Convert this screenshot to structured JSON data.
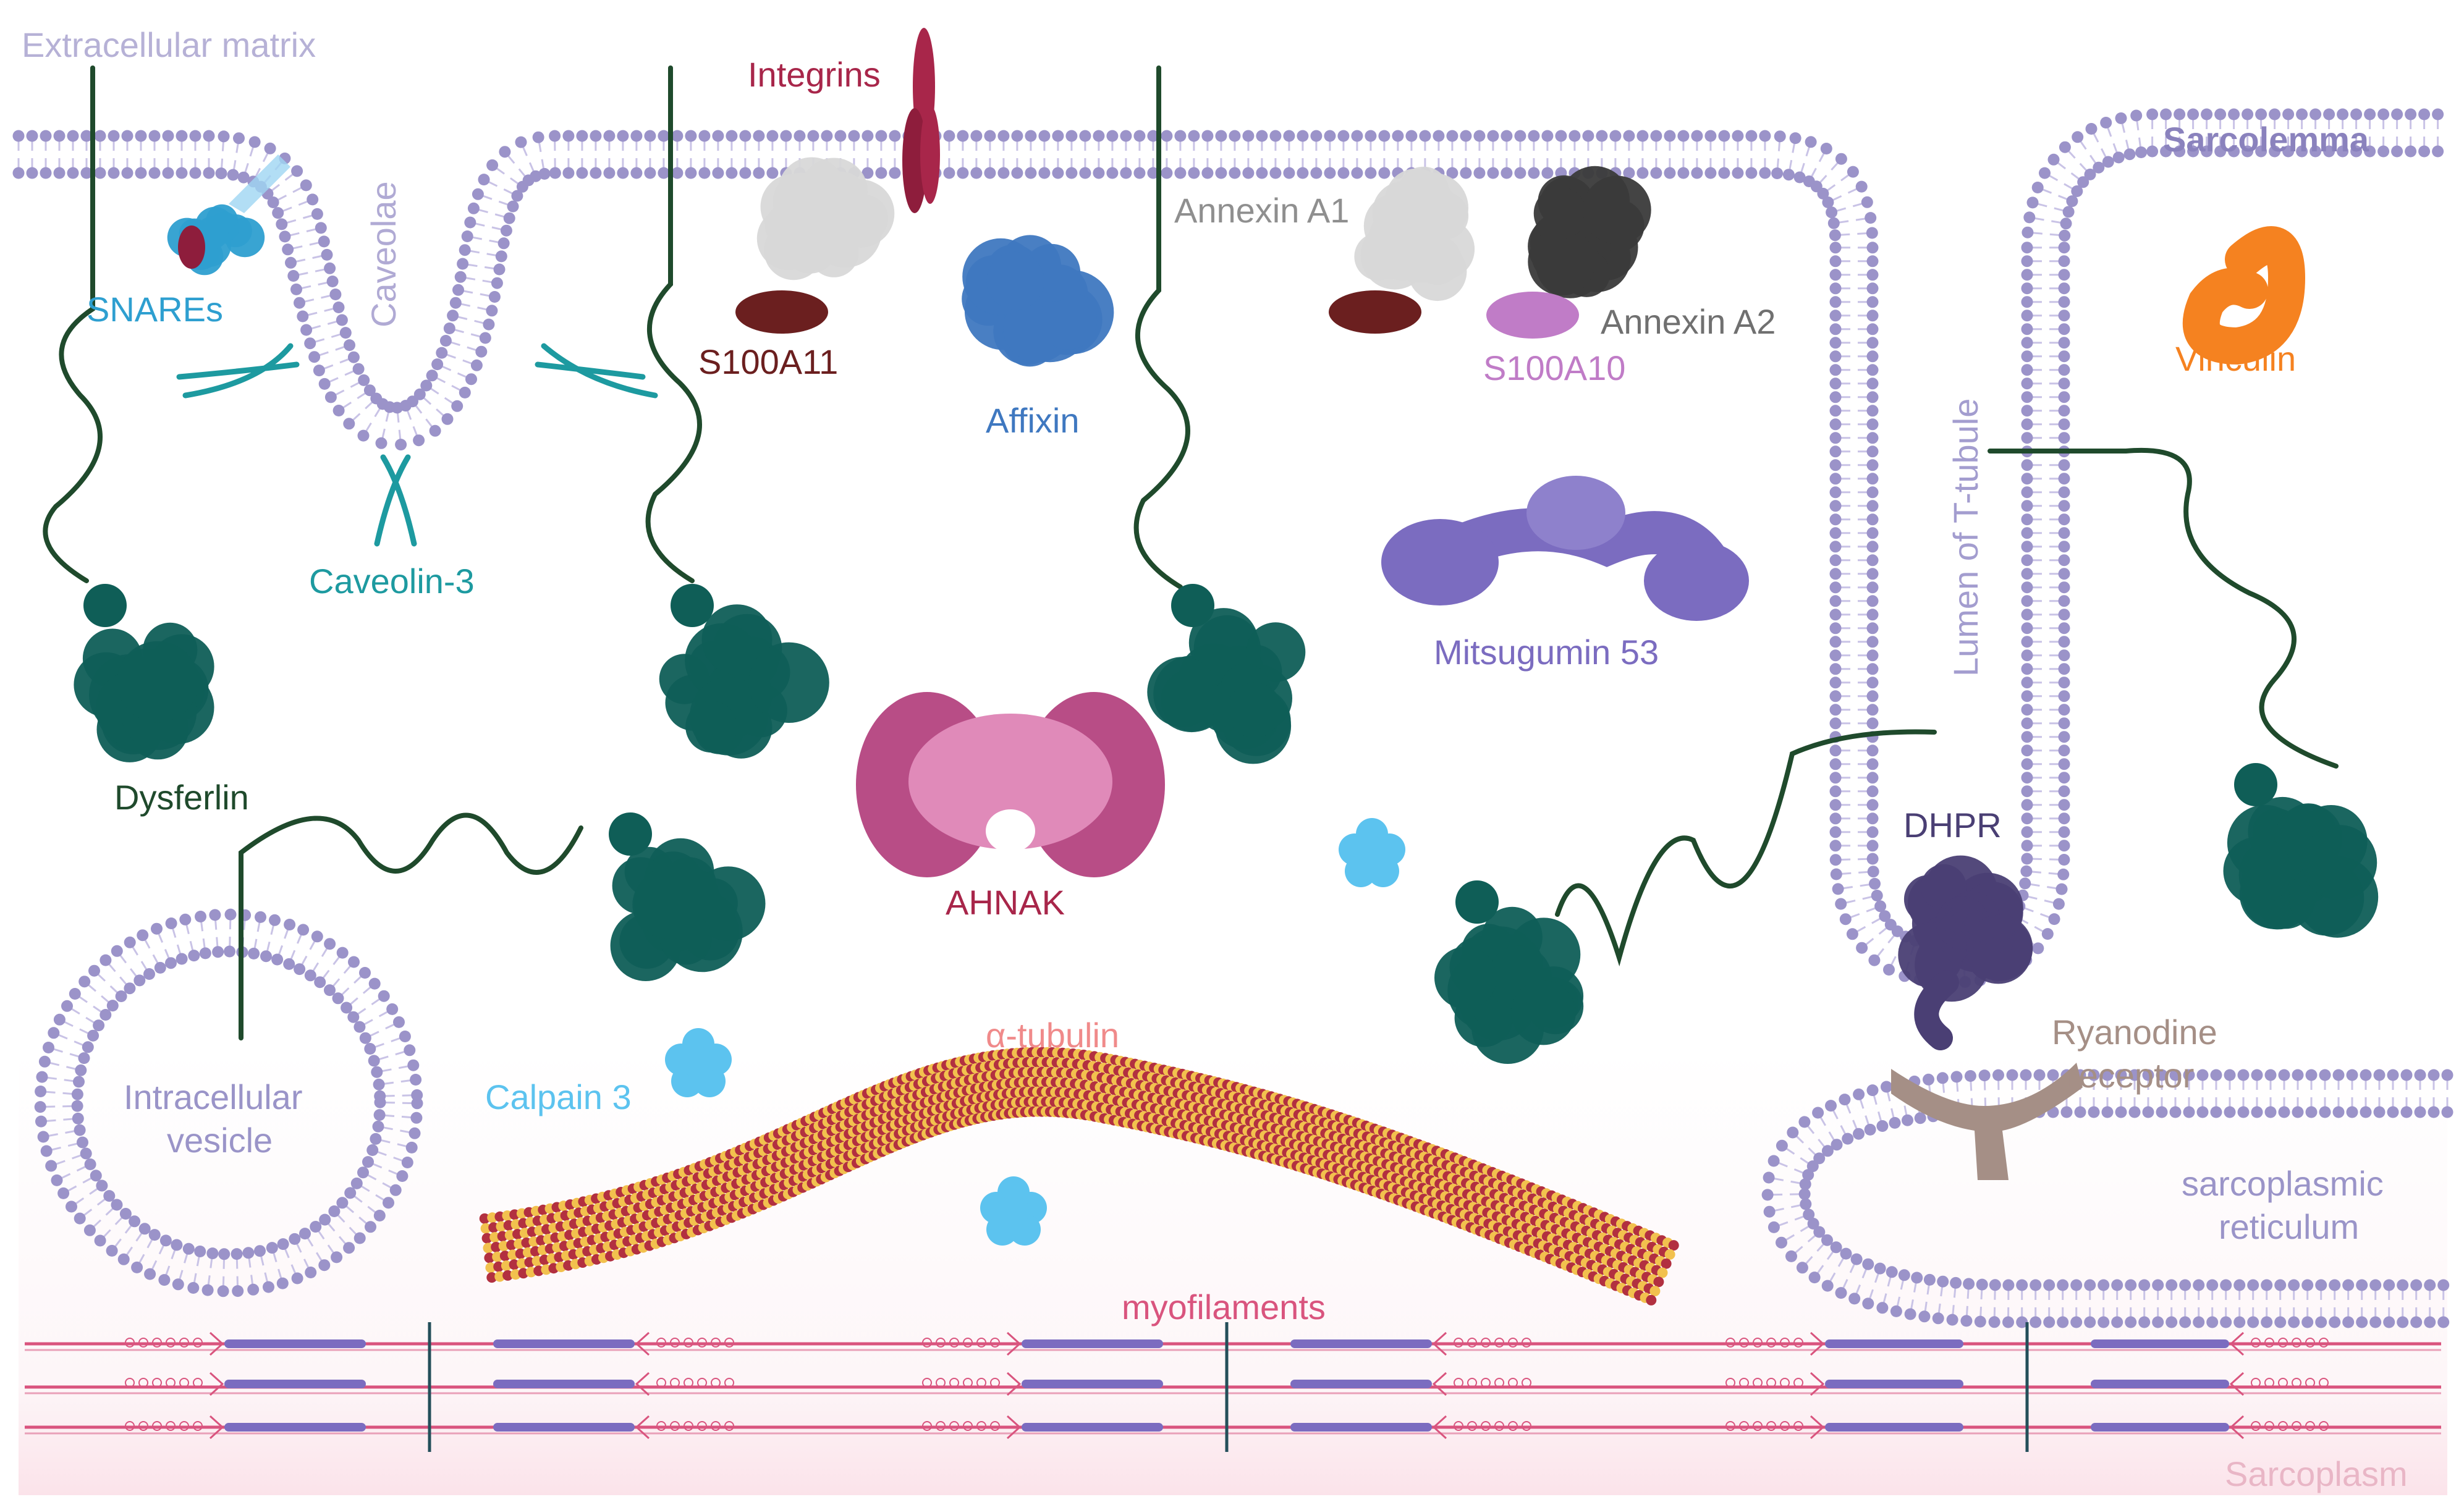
{
  "labels": {
    "ecm": "Extracellular matrix",
    "integrins": "Integrins",
    "sarcolemma": "Sarcolemma",
    "caveolae": "Caveolae",
    "snares": "SNAREs",
    "caveolin3": "Caveolin-3",
    "s100a11": "S100A11",
    "affixin": "Affixin",
    "annexin_a1": "Annexin A1",
    "annexin_a2": "Annexin A2",
    "s100a10": "S100A10",
    "vinculin": "Vinculin",
    "ttubule": "Lumen of T-tubule",
    "mitsugumin": "Mitsugumin 53",
    "dysferlin": "Dysferlin",
    "ahnak": "AHNAK",
    "dhpr": "DHPR",
    "ryr_line1": "Ryanodine",
    "ryr_line2": "receptor",
    "sr_line1": "sarcoplasmic",
    "sr_line2": "reticulum",
    "vesicle_line1": "Intracellular",
    "vesicle_line2": "vesicle",
    "calpain": "Calpain 3",
    "tubulin": "α-tubulin",
    "myofilaments": "myofilaments",
    "sarcoplasm": "Sarcoplasm"
  },
  "colors": {
    "membrane": "#9b93c9",
    "dysferlin": "#0f5e57",
    "dysferlin_line": "#1f4a2c",
    "caveolin": "#1d9aa0",
    "snares": "#2e9fd0",
    "integrins": "#a8264a",
    "s100a11": "#6b1f1f",
    "annexin_a1": "#d8d8d8",
    "annexin_a2": "#3a3a3a",
    "s100a10": "#c07cc7",
    "affixin": "#3f78c0",
    "vinculin": "#f58220",
    "mitsugumin": "#7b6cc0",
    "ahnak": "#c4578f",
    "dhpr": "#4a3f74",
    "ryr": "#a58f86",
    "calpain": "#5cc3ef",
    "tubulin_red": "#b23040",
    "tubulin_yellow": "#f2c14e",
    "myofilament": "#d9547e",
    "myosin": "#7b6cc0"
  }
}
